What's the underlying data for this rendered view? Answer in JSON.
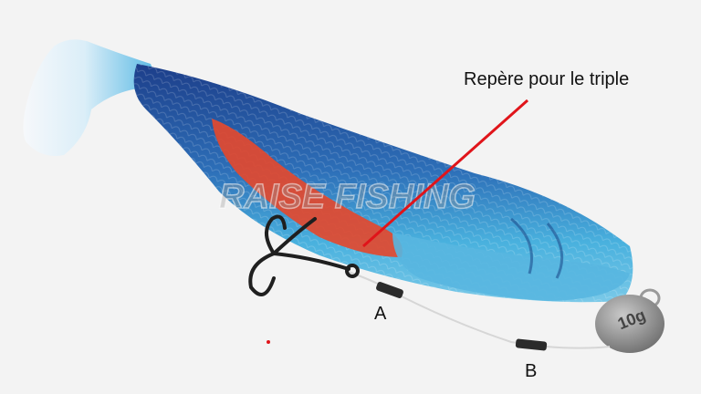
{
  "annotations": {
    "callout": "Repère pour le triple",
    "label_a": "A",
    "label_b": "B"
  },
  "watermark_text": "RAISE FISHING",
  "jighead_weight": "10g",
  "colors": {
    "background": "#f3f3f3",
    "lure_body": "#3fa6d6",
    "lure_back": "#1d3e8a",
    "lure_belly_stripe": "#e2492f",
    "callout_line": "#e0141a",
    "hook": "#1f1f1f",
    "jighead": "#8d8d8d"
  }
}
